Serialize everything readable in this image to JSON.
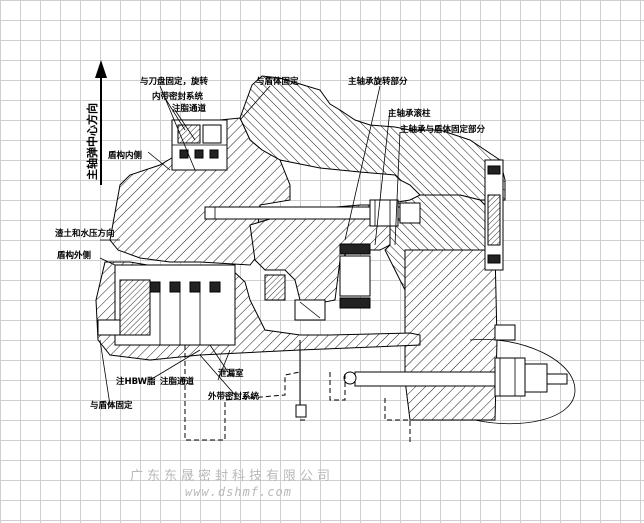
{
  "labels": {
    "direction": "主轴弹中心方向",
    "tool_magazine": "与刀盘固定，旋转",
    "inner_seal": "内带密封系统",
    "grease_inject": "注脂通道",
    "casing_inner": "盾构内侧",
    "fixed_shell_top": "与盾体固定",
    "bearing_rotating": "主轴承旋转部分",
    "bearing_roller": "主轴承滚柱",
    "bearing_fixed": "主轴承与盾体固定部分",
    "soil_water": "渣土和水压方向",
    "casing_outer": "盾构外侧",
    "hbw_inject": "注HBW脂",
    "grease_channel": "注脂通道",
    "leak_chamber": "泄漏室",
    "outer_seal": "外带密封系统",
    "fixed_shell_bottom": "与盾体固定"
  },
  "watermark": {
    "company": "广东东晟密封科技有限公司",
    "url": "www.dshmf.com"
  }
}
